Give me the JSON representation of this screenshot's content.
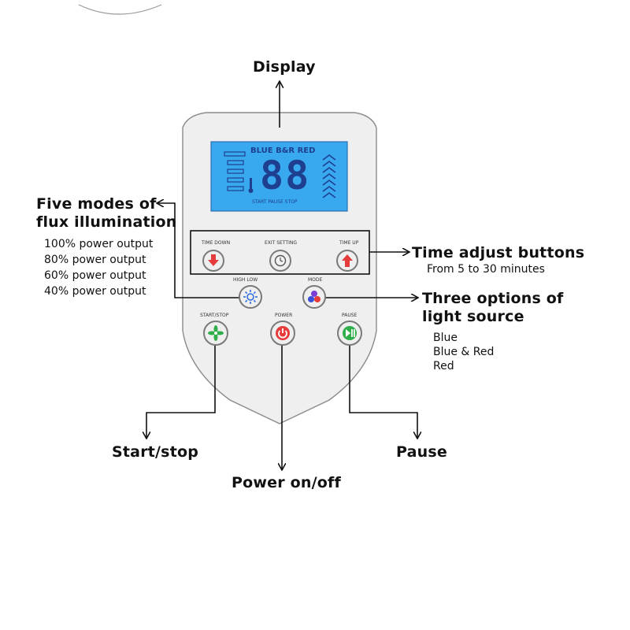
{
  "callouts": {
    "display": "Display",
    "flux_title_line1": "Five modes of",
    "flux_title_line2": "flux illumination",
    "flux_modes": [
      "100% power output",
      "80% power output",
      "60% power output",
      "40% power output"
    ],
    "time_adjust_title": "Time adjust buttons",
    "time_adjust_sub": "From 5 to 30 minutes",
    "light_title_line1": "Three options of",
    "light_title_line2": "light source",
    "light_options": [
      "Blue",
      "Blue & Red",
      "Red"
    ],
    "start_stop": "Start/stop",
    "power": "Power on/off",
    "pause": "Pause"
  },
  "lcd": {
    "modes_label": "BLUE B&R RED",
    "digits": "88",
    "status_label": "START  PAUSE  STOP"
  },
  "device_labels": {
    "time_down": "TIME DOWN",
    "exit_setting": "EXIT SETTING",
    "time_up": "TIME UP",
    "high_low": "HIGH LOW",
    "mode": "MODE",
    "start_stop": "START/STOP",
    "power": "POWER",
    "pause": "PAUSE"
  },
  "colors": {
    "lcd_bg": "#39a9ef",
    "lcd_text": "#1e3f8f",
    "down_button": "#e63b3b",
    "start_button": "#2fae4a",
    "pause_button": "#2fae4a",
    "power_button": "#e63b3b",
    "highlow_icon": "#2f6fe0"
  },
  "icons": {
    "time_down": "arrow-down-icon",
    "exit": "clock-icon",
    "time_up": "arrow-up-icon",
    "high_low": "sun-icon",
    "mode": "three-dots-icon",
    "start_stop": "fan-icon",
    "power": "power-icon",
    "pause": "play-pause-icon"
  }
}
